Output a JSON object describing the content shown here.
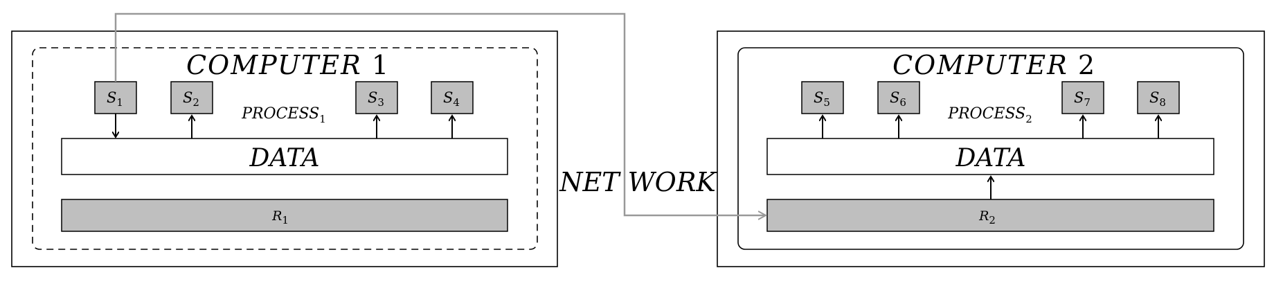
{
  "computer1": {
    "title_text": "COMPUTER",
    "title_num": "1",
    "process_text": "PROCESS",
    "process_sub": "1",
    "data_label": "DATA",
    "resource": {
      "text": "R",
      "sub": "1"
    },
    "services": [
      {
        "text": "S",
        "sub": "1"
      },
      {
        "text": "S",
        "sub": "2"
      },
      {
        "text": "S",
        "sub": "3"
      },
      {
        "text": "S",
        "sub": "4"
      }
    ]
  },
  "computer2": {
    "title_text": "COMPUTER",
    "title_num": "2",
    "process_text": "PROCESS",
    "process_sub": "2",
    "data_label": "DATA",
    "resource": {
      "text": "R",
      "sub": "2"
    },
    "services": [
      {
        "text": "S",
        "sub": "5"
      },
      {
        "text": "S",
        "sub": "6"
      },
      {
        "text": "S",
        "sub": "7"
      },
      {
        "text": "S",
        "sub": "8"
      }
    ]
  },
  "network_label": "NET WORK",
  "colors": {
    "box_fill": "#bfbfbf",
    "line": "#000000",
    "network_line": "#999999"
  }
}
